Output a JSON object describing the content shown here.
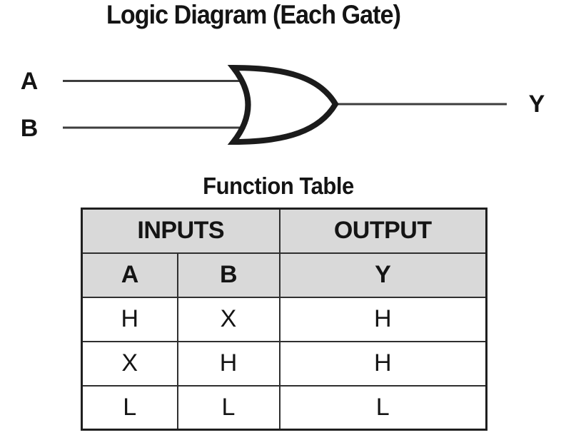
{
  "theme": {
    "page_bg": "#ffffff",
    "ink": "#141414",
    "wire_color": "#3d3d3d",
    "gate_color": "#1b1b1b",
    "table_header_bg": "#d9d9d9",
    "border_inner": "#2f2f2f",
    "border_outer": "#1f1f1f"
  },
  "logic_diagram": {
    "title": "Logic Diagram (Each Gate)",
    "gate_type": "or-gate",
    "inputs": [
      {
        "label": "A"
      },
      {
        "label": "B"
      }
    ],
    "output": {
      "label": "Y"
    }
  },
  "function_table": {
    "title": "Function Table",
    "group_headers": [
      {
        "label": "INPUTS",
        "colspan": 2
      },
      {
        "label": "OUTPUT",
        "colspan": 1
      }
    ],
    "column_headers": [
      "A",
      "B",
      "Y"
    ],
    "rows": [
      [
        "H",
        "X",
        "H"
      ],
      [
        "X",
        "H",
        "H"
      ],
      [
        "L",
        "L",
        "L"
      ]
    ]
  }
}
